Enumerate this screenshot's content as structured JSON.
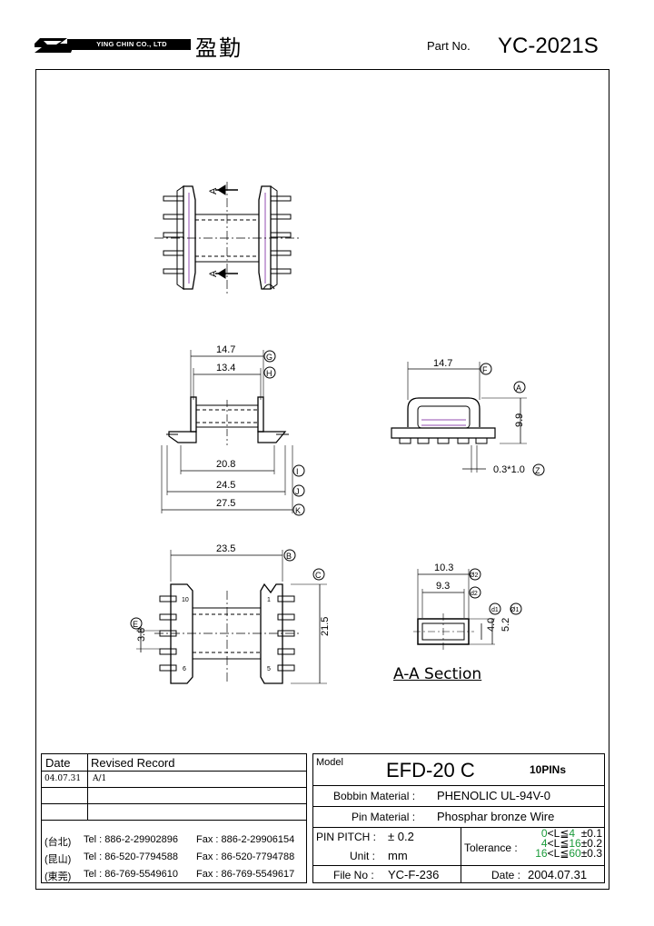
{
  "header": {
    "company": "YING CHIN CO., LTD",
    "company_cn": "盈勤",
    "part_label": "Part No.",
    "part_number": "YC-2021S"
  },
  "dimensions": {
    "g": "14.7",
    "h": "13.4",
    "i": "20.8",
    "j": "24.5",
    "k": "27.5",
    "f": "14.7",
    "a": "9.9",
    "z": "0.3*1.0",
    "b": "23.5",
    "c": "21.5",
    "e": "3.8",
    "o2": "10.3",
    "d2": "9.3",
    "d1": "4.0",
    "o1": "5.2",
    "pin10": "10",
    "pin1": "1",
    "pin6": "6",
    "pin5": "5",
    "section_mark": "A"
  },
  "circles": {
    "g": "G",
    "h": "H",
    "i": "I",
    "j": "J",
    "k": "K",
    "f": "F",
    "a": "A",
    "z": "Z",
    "b": "B",
    "c": "C",
    "e": "E",
    "o2": "Ø2",
    "d2": "d2",
    "d1": "d1",
    "o1": "Ø1"
  },
  "section_title": "A-A  Section",
  "revision": {
    "date_header": "Date",
    "record_header": "Revised  Record",
    "rows": [
      {
        "date": "04.07.31",
        "record": "A/1"
      }
    ],
    "contacts": [
      {
        "city": "(台北)",
        "tel": "Tel : 886-2-29902896",
        "fax": "Fax : 886-2-29906154"
      },
      {
        "city": "(昆山)",
        "tel": "Tel : 86-520-7794588",
        "fax": "Fax : 86-520-7794788"
      },
      {
        "city": "(東莞)",
        "tel": "Tel : 86-769-5549610",
        "fax": "Fax : 86-769-5549617"
      }
    ]
  },
  "info": {
    "model_label": "Model",
    "model_value": "EFD-20  C",
    "pins": "10PINs",
    "bobbin_label": "Bobbin  Material :",
    "bobbin_value": "PHENOLIC UL-94V-0",
    "pin_label": "Pin  Material :",
    "pin_value": "Phosphar bronze Wire",
    "pitch_label": "PIN  PITCH :",
    "pitch_value": "± 0.2",
    "unit_label": "Unit :",
    "unit_value": "mm",
    "file_label": "File  No :",
    "file_value": "YC-F-236",
    "tolerance_label": "Tolerance :",
    "tol_rows": [
      {
        "lo": "0",
        "op": "<L≦",
        "hi": "4",
        "tol": "±0.1"
      },
      {
        "lo": "4",
        "op": "<L≦",
        "hi": "16",
        "tol": "±0.2"
      },
      {
        "lo": "16",
        "op": "<L≦",
        "hi": "60",
        "tol": "±0.3"
      }
    ],
    "date_label": "Date :",
    "date_value": "2004.07.31"
  },
  "colors": {
    "accent_green": "#1a9a3a",
    "pin_highlight": "#c9a6d8"
  }
}
